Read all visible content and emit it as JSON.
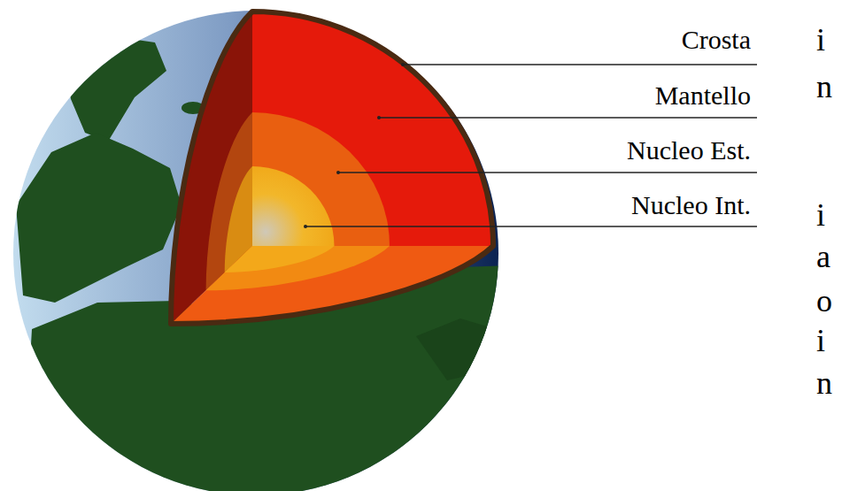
{
  "diagram": {
    "labels": [
      "Crosta",
      "Mantello",
      "Nucleo Est.",
      "Nucleo Int.",
      "i",
      "n",
      "i",
      "a",
      "o",
      "i",
      "n"
    ]
  }
}
